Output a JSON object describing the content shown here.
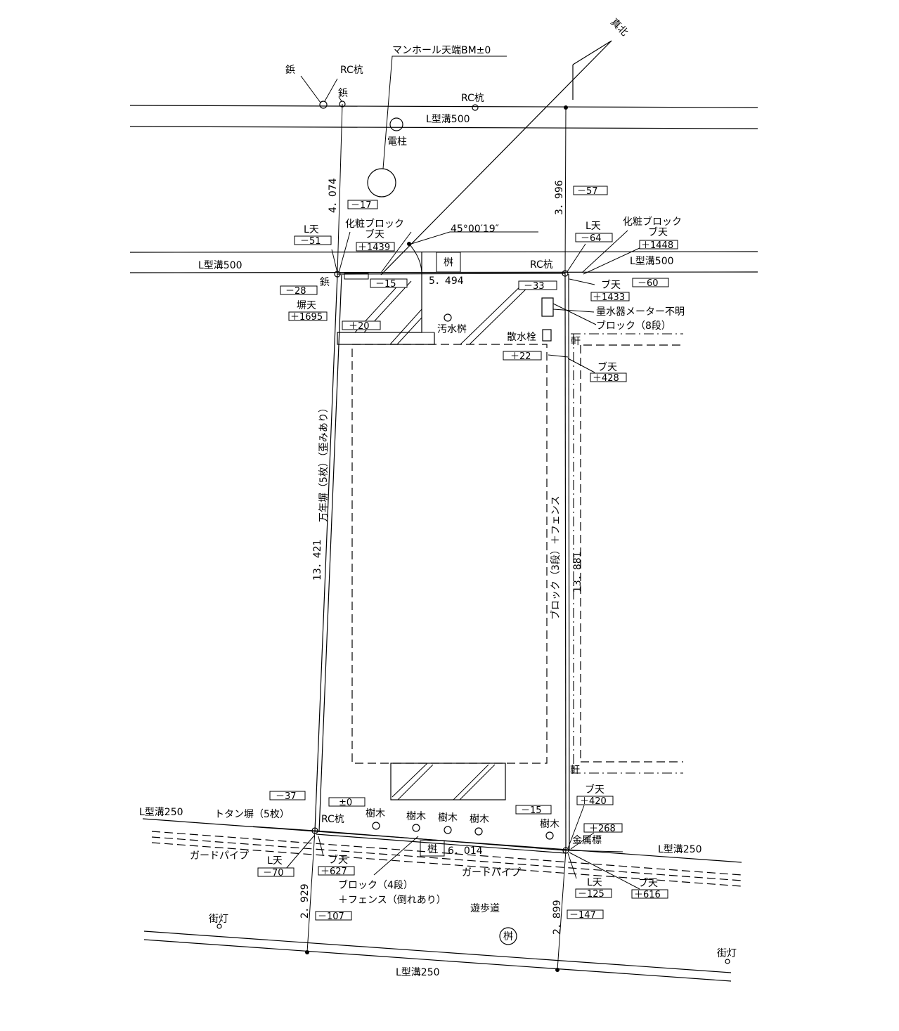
{
  "labels": {
    "north": "真北",
    "manhole": "マンホール天端BM±0",
    "tetsu1": "鋲",
    "rc_pile1": "RC杭",
    "tetsu2": "鋲",
    "rc_pile2": "RC杭",
    "ditch_top1": "L型溝500",
    "pole": "電柱",
    "ditch_l500_left": "L型溝500",
    "ditch_l500_right": "L型溝500",
    "angle": "45°00′19″",
    "l_ten_left": "L天",
    "l_ten_right": "L天",
    "kesho_left": "化粧ブロック",
    "kesho_right": "化粧ブロック",
    "bu_ten_left": "ブ天",
    "bu_ten_right": "ブ天",
    "masu_top": "桝",
    "rc_pile3": "RC杭",
    "tetsu3": "鋲",
    "hei_ten": "塀天",
    "bu_ten_r2": "ブ天",
    "meter": "量水器メーター不明",
    "block8": "ブロック（8段）",
    "osui": "汚水桝",
    "sansui": "散水栓",
    "noki_top": "軒",
    "bu_ten_r3": "ブ天",
    "left_wall": "万年塀（5枚）（歪みあり）",
    "right_wall": "ブロック（3段）＋フェンス",
    "noki_bottom": "軒",
    "bu_ten_r4": "ブ天",
    "ditch_l250_left": "L型溝250",
    "totan": "トタン塀（5枚）",
    "rc_pile4": "RC杭",
    "tree1": "樹木",
    "tree2": "樹木",
    "tree3": "樹木",
    "tree4": "樹木",
    "tree5": "樹木",
    "metal": "金属標",
    "ditch_l250_right": "L型溝250",
    "guard_left": "ガードパイプ",
    "guard_right": "ガードパイプ",
    "masu_bottom": "桝",
    "l_ten_bl": "L天",
    "bu_ten_bl": "ブ天",
    "block4_line1": "ブロック（4段）",
    "block4_line2": "＋フェンス（倒れあり）",
    "l_ten_br": "L天",
    "bu_ten_br": "ブ天",
    "promenade": "遊歩道",
    "street_light_left": "街灯",
    "street_light_right": "街灯",
    "masu_circle": "桝",
    "ditch_l250_bottom": "L型溝250"
  },
  "dims": {
    "top_left": "4．074",
    "top_right": "3．996",
    "front": "5．494",
    "left": "13．421",
    "right": "13．881",
    "rear": "6．014",
    "bottom_left": "2．929",
    "bottom_right": "2．899"
  },
  "levels": {
    "m17": "－17",
    "m57": "－57",
    "m51": "－51",
    "p1439": "＋1439",
    "m64": "－64",
    "p1448": "＋1448",
    "m28": "－28",
    "m15a": "－15",
    "m33": "－33",
    "p1433": "＋1433",
    "m60": "－60",
    "p1695": "＋1695",
    "p20": "＋20",
    "p22": "＋22",
    "p428": "＋428",
    "m37": "－37",
    "pm0": "±0",
    "m15b": "－15",
    "p420": "＋420",
    "p268": "＋268",
    "m70": "－70",
    "p627": "＋627",
    "m125": "－125",
    "p616": "＋616",
    "m107": "－107",
    "m147": "－147"
  }
}
